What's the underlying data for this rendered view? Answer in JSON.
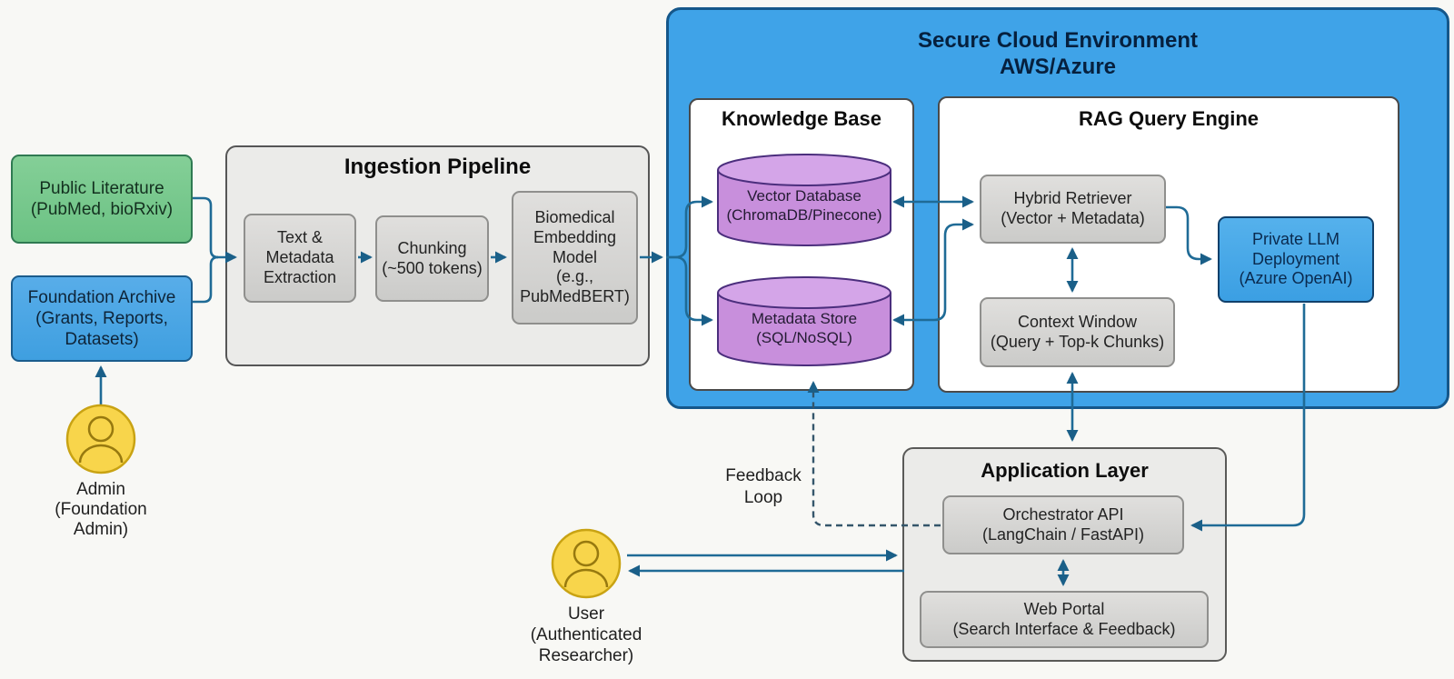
{
  "sources": {
    "public_literature": [
      "Public Literature",
      "(PubMed, bioRxiv)"
    ],
    "foundation_archive": [
      "Foundation Archive",
      "(Grants, Reports,",
      "Datasets)"
    ]
  },
  "actors": {
    "admin": [
      "Admin",
      "(Foundation",
      "Admin)"
    ],
    "user": [
      "User",
      "(Authenticated",
      "Researcher)"
    ]
  },
  "ingestion": {
    "title": "Ingestion Pipeline",
    "step1": [
      "Text &",
      "Metadata",
      "Extraction"
    ],
    "step2": [
      "Chunking",
      "(~500 tokens)"
    ],
    "step3": [
      "Biomedical",
      "Embedding",
      "Model",
      "(e.g.,",
      "PubMedBERT)"
    ]
  },
  "cloud": {
    "title": [
      "Secure Cloud Environment",
      "AWS/Azure"
    ],
    "knowledge_base": {
      "title": "Knowledge Base",
      "vector_db": [
        "Vector Database",
        "(ChromaDB/Pinecone)"
      ],
      "metadata_store": [
        "Metadata Store",
        "(SQL/NoSQL)"
      ]
    },
    "rag": {
      "title": "RAG Query Engine",
      "hybrid_retriever": [
        "Hybrid Retriever",
        "(Vector + Metadata)"
      ],
      "context_window": [
        "Context Window",
        "(Query + Top-k Chunks)"
      ],
      "private_llm": [
        "Private LLM",
        "Deployment",
        "(Azure OpenAI)"
      ]
    }
  },
  "app": {
    "title": "Application Layer",
    "orchestrator": [
      "Orchestrator API",
      "(LangChain / FastAPI)"
    ],
    "web_portal": [
      "Web Portal",
      "(Search Interface & Feedback)"
    ]
  },
  "labels": {
    "feedback_loop": [
      "Feedback",
      "Loop"
    ]
  },
  "colors": {
    "cloud_blue": "#3fa3e8",
    "source_green": "#76c88c",
    "source_blue": "#45a4e6",
    "cylinder_purple": "#c88fdc",
    "process_grey": "#d4d4d2",
    "container_grey": "#ebebe9",
    "arrow_teal": "#1f6b96",
    "person_yellow": "#f8d54b"
  }
}
